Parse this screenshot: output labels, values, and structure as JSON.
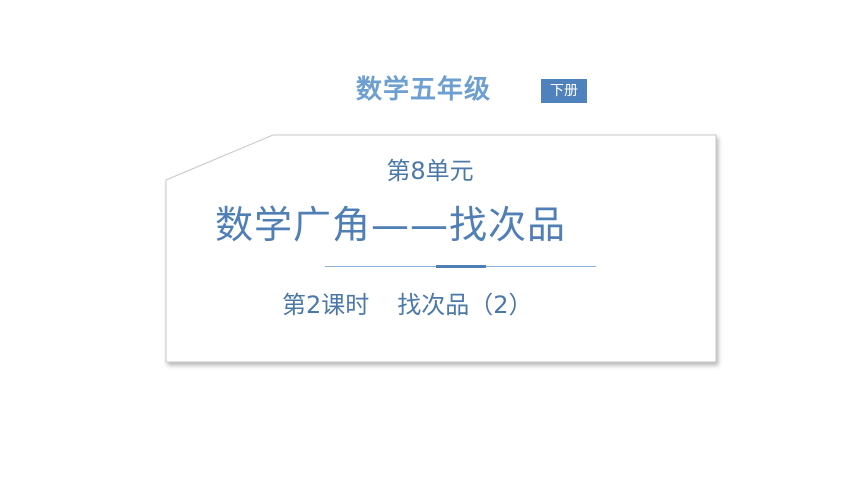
{
  "header": {
    "subject_grade": "数学五年级",
    "volume": "下册"
  },
  "card": {
    "unit": "第8单元",
    "title": "数学广角——找次品",
    "lesson_number": "第2课时",
    "lesson_title": "找次品（2）"
  },
  "colors": {
    "accent": "#4f81bd",
    "title_text": "#4f7fb5",
    "header_text": "#6d9fd0"
  }
}
